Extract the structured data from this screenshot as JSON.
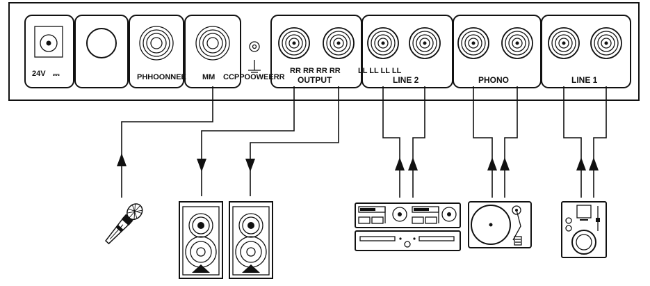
{
  "panel": {
    "label_24v": "24V",
    "label_dc": "⎓",
    "label_phone": "PHHOONNEE",
    "label_mic": "MM",
    "label_cpower": "CCPPOOWEERR",
    "label_rr": "RR RR RR RR",
    "label_ll": "LL LL LL LL",
    "label_output": "OUTPUT",
    "label_line2": "LINE 2",
    "label_phono": "PHONO",
    "label_line1": "LINE 1"
  },
  "icons": {
    "dc_jack": "power-jack-icon",
    "blank_plate": "blank-plate-icon",
    "phone_jack": "headphone-jack-icon",
    "mic_jack": "mic-jack-icon",
    "ground": "ground-screw-icon",
    "rca": "rca-jack-icon",
    "microphone": "microphone-icon",
    "speaker": "speaker-icon",
    "cd_player": "cd-player-icon",
    "turntable": "turntable-icon",
    "media_player": "media-player-icon"
  }
}
